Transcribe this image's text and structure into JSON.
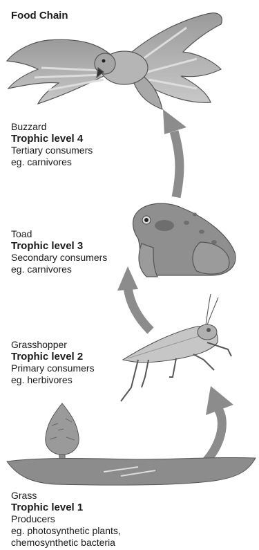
{
  "title": "Food Chain",
  "levels": [
    {
      "organism": "Buzzard",
      "level": "Trophic level 4",
      "role": "Tertiary consumers",
      "example": "eg. carnivores"
    },
    {
      "organism": "Toad",
      "level": "Trophic level 3",
      "role": "Secondary consumers",
      "example": "eg. carnivores"
    },
    {
      "organism": "Grasshopper",
      "level": "Trophic level 2",
      "role": "Primary consumers",
      "example": "eg. herbivores"
    },
    {
      "organism": "Grass",
      "level": "Trophic level 1",
      "role": "Producers",
      "example": "eg. photosynthetic plants,",
      "example2": "chemosynthetic bacteria"
    }
  ]
}
